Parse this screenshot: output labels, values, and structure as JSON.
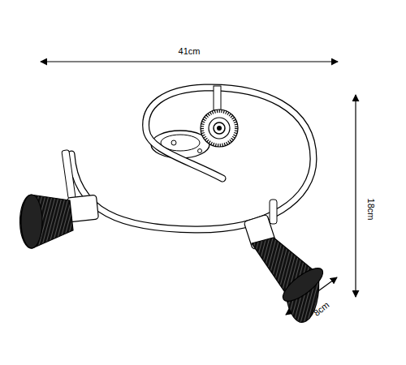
{
  "diagram": {
    "labels": [
      "41cm",
      "18cm",
      "8cm"
    ]
  }
}
